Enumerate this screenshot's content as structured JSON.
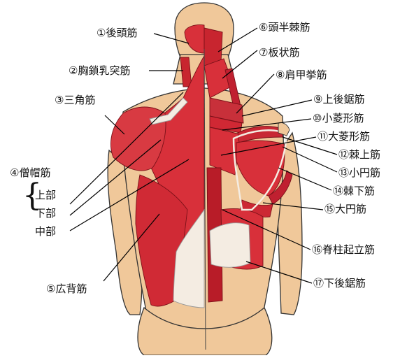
{
  "labels": {
    "m1": "①後頭筋",
    "m2": "②胸鎖乳突筋",
    "m3": "③三角筋",
    "m4": "④僧帽筋",
    "m4_upper": "上部",
    "m4_lower": "下部",
    "m4_middle": "中部",
    "m5": "⑤広背筋",
    "m6": "⑥頭半棘筋",
    "m7": "⑦板状筋",
    "m8": "⑧肩甲挙筋",
    "m9": "⑨上後鋸筋",
    "m10": "⑩小菱形筋",
    "m11": "⑪大菱形筋",
    "m12": "⑫棘上筋",
    "m13": "⑬小円筋",
    "m14": "⑭棘下筋",
    "m15": "⑮大円筋",
    "m16": "⑯脊柱起立筋",
    "m17": "⑰下後鋸筋"
  },
  "colors": {
    "muscle": "#d8303a",
    "muscle_dark": "#a81c26",
    "skin": "#f0c89a",
    "tendon": "#f4ece2",
    "outline": "#222222"
  }
}
